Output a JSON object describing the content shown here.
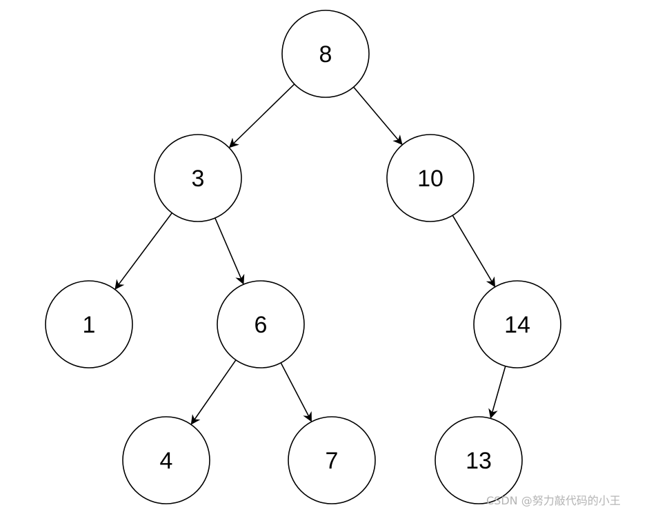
{
  "diagram": {
    "type": "binary-tree",
    "nodes": [
      {
        "id": "n8",
        "label": "8"
      },
      {
        "id": "n3",
        "label": "3"
      },
      {
        "id": "n10",
        "label": "10"
      },
      {
        "id": "n1",
        "label": "1"
      },
      {
        "id": "n6",
        "label": "6"
      },
      {
        "id": "n14",
        "label": "14"
      },
      {
        "id": "n4",
        "label": "4"
      },
      {
        "id": "n7",
        "label": "7"
      },
      {
        "id": "n13",
        "label": "13"
      }
    ],
    "edges": [
      {
        "from": "n8",
        "to": "n3"
      },
      {
        "from": "n8",
        "to": "n10"
      },
      {
        "from": "n3",
        "to": "n1"
      },
      {
        "from": "n3",
        "to": "n6"
      },
      {
        "from": "n10",
        "to": "n14"
      },
      {
        "from": "n6",
        "to": "n4"
      },
      {
        "from": "n6",
        "to": "n7"
      },
      {
        "from": "n14",
        "to": "n13"
      }
    ],
    "colors": {
      "stroke": "#000000",
      "fill": "#ffffff",
      "watermark": "#b4b4b4"
    }
  },
  "watermark": {
    "text": "CSDN @努力敲代码的小王"
  }
}
